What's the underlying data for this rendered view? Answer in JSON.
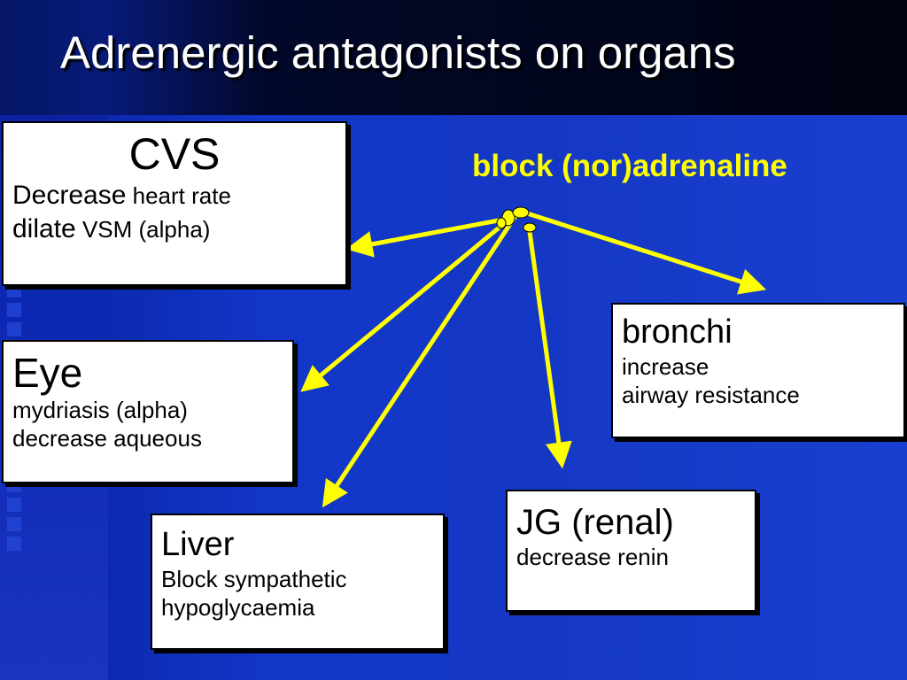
{
  "slide": {
    "title": "Adrenergic antagonists on organs",
    "subtitle": "block (nor)adrenaline"
  },
  "boxes": {
    "cvs": {
      "heading": "CVS",
      "line1_bold": "Decrease",
      "line1_rest": " heart rate",
      "line2_bold": "dilate",
      "line2_rest": " VSM (alpha)"
    },
    "eye": {
      "heading": "Eye",
      "line1": "mydriasis (alpha)",
      "line2": "decrease aqueous"
    },
    "liver": {
      "heading": "Liver",
      "line1": "Block sympathetic",
      "line2": "hypoglycaemia"
    },
    "jg": {
      "heading": "JG (renal)",
      "line1": "decrease renin"
    },
    "bronchi": {
      "heading": "bronchi",
      "line1": "increase",
      "line2": "airway resistance"
    }
  },
  "colors": {
    "arrow": "#ffff00",
    "subtitle": "#ffff00",
    "title": "#ffffff"
  }
}
